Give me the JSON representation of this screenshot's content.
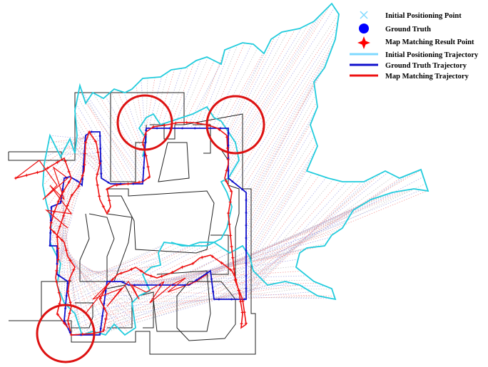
{
  "legend": {
    "items": [
      {
        "label": "Initial Positioning Point",
        "marker": "x-cross-icon",
        "color": "#7fd9ff"
      },
      {
        "label": "Ground Truth",
        "marker": "filled-circle-icon",
        "color": "#0000ff"
      },
      {
        "label": "Map Matching Result Point",
        "marker": "four-point-star-icon",
        "color": "#ff0000"
      },
      {
        "label": "Initial Positioning Trajectory",
        "marker": "line-icon",
        "color": "#22ccdd"
      },
      {
        "label": "Ground Truth Trajectory",
        "marker": "line-icon",
        "color": "#1010cc"
      },
      {
        "label": "Map Matching Trajectory",
        "marker": "line-icon",
        "color": "#ee1111"
      }
    ]
  },
  "colors": {
    "map_walls": "#222222",
    "initial_trajectory": "#22ccdd",
    "ground_truth": "#1010cc",
    "map_matching": "#ee1111",
    "highlight_circle": "#dd1111",
    "error_links": [
      "#f4a0a0",
      "#b0b0e8",
      "#c8c8c8"
    ]
  }
}
